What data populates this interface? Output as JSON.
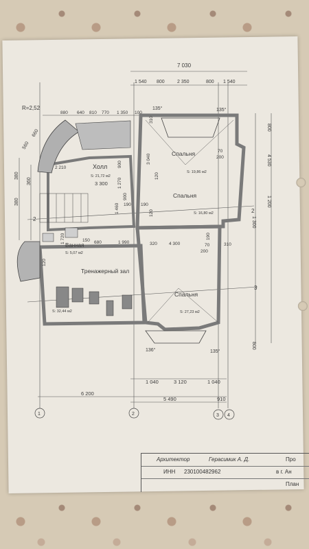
{
  "plan": {
    "overall_width": "7 030",
    "top_dims": [
      "1 540",
      "800",
      "2 350",
      "800",
      "1 540"
    ],
    "upper_left_dims": [
      "880",
      "640",
      "810",
      "770",
      "1 350",
      "100"
    ],
    "radius": "R=2,52",
    "angles": [
      "135°",
      "135°",
      "136°",
      "135°"
    ],
    "right_dims": [
      "800",
      "4 530",
      "1 200",
      "1 300",
      "800"
    ],
    "left_dims": [
      "660",
      "560",
      "380",
      "360",
      "380"
    ],
    "rooms": [
      {
        "name": "Холл",
        "area": "S: 21,72 м2",
        "dim": "3 300"
      },
      {
        "name": "Спальня",
        "area": "S: 19,86 м2"
      },
      {
        "name": "Спальня",
        "area": "S: 16,80 м2"
      },
      {
        "name": "Ванная",
        "area": "S: 5,07 м2"
      },
      {
        "name": "Тренажерный зал",
        "area": "S: 32,44 м2"
      },
      {
        "name": "Спальня",
        "area": "S: 27,23 м2"
      }
    ],
    "inner_dims": [
      "2 210",
      "3 040",
      "900",
      "1 270",
      "1 460",
      "900",
      "190",
      "190",
      "120",
      "120",
      "1 990",
      "680",
      "320",
      "4 300",
      "190",
      "310",
      "70",
      "200",
      "200",
      "70",
      "310",
      "1 720",
      "150",
      "120"
    ],
    "bottom_dims": [
      "1 040",
      "3 120",
      "1 040"
    ],
    "bottom_total_left": "6 200",
    "bottom_total_mid": "5 490",
    "bottom_total_right": "910",
    "axes": [
      "1",
      "2",
      "3",
      "4"
    ],
    "section_marks": [
      "2",
      "3",
      "2"
    ]
  },
  "titleblock": {
    "role_label": "Архитектор",
    "name": "Герасимик А. Д.",
    "inn_label": "ИНН",
    "inn_value": "230100482962",
    "right_top": "Про",
    "right_mid": "в г. Ан",
    "right_bot": "План"
  }
}
